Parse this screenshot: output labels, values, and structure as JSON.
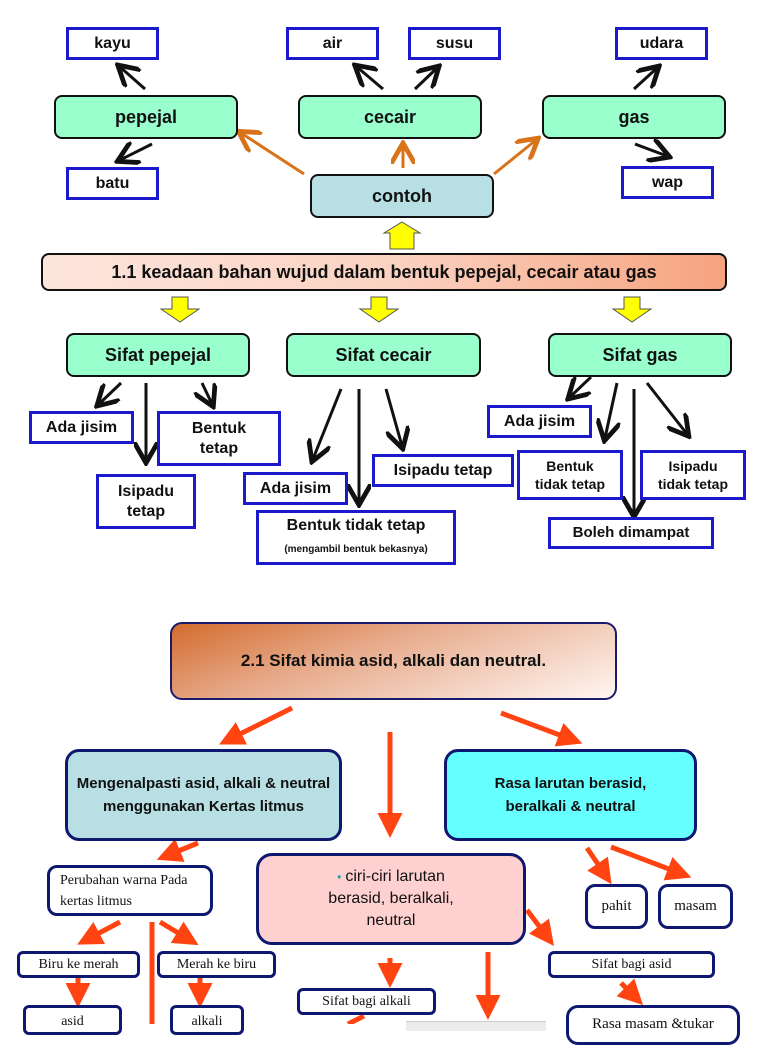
{
  "section1": {
    "banner": "1.1 keadaan bahan wujud dalam bentuk pepejal, cecair atau gas",
    "contoh": "contoh",
    "states": [
      {
        "label": "pepejal",
        "examples": [
          "kayu",
          "batu"
        ]
      },
      {
        "label": "cecair",
        "examples": [
          "air",
          "susu"
        ]
      },
      {
        "label": "gas",
        "examples": [
          "udara",
          "wap"
        ]
      }
    ],
    "properties": {
      "pepejal": {
        "title": "Sifat pepejal",
        "items": [
          "Ada jisim",
          "Bentuk tetap",
          "Isipadu tetap"
        ]
      },
      "cecair": {
        "title": "Sifat cecair",
        "items": [
          "Ada jisim",
          "Isipadu tetap",
          "Bentuk tidak tetap"
        ],
        "note": "(mengambil bentuk bekasnya)"
      },
      "gas": {
        "title": "Sifat gas",
        "items": [
          "Ada jisim",
          "Bentuk tidak tetap",
          "Isipadu tidak tetap",
          "Boleh dimampat"
        ]
      }
    }
  },
  "section2": {
    "banner": "2.1 Sifat kimia asid, alkali dan neutral.",
    "litmus": {
      "title": "Mengenalpasti asid, alkali & neutral menggunakan Kertas litmus",
      "change": "Perubahan warna Pada kertas litmus",
      "blue_to_red": "Biru ke merah",
      "red_to_blue": "Merah ke biru",
      "acid": "asid",
      "alkali": "alkali"
    },
    "taste": {
      "title": "Rasa larutan berasid, beralkali & neutral",
      "bitter": "pahit",
      "sour": "masam"
    },
    "characteristics": {
      "bullet": "•",
      "title": "ciri-ciri larutan berasid, beralkali, neutral",
      "alkali_props": "Sifat bagi alkali",
      "acid_props": "Sifat bagi asid",
      "acid_detail": "Rasa masam &tukar"
    }
  },
  "colors": {
    "leaf_border": "#1a1acc",
    "green_fill": "#99ffcc",
    "orange_arrow": "#d9731a",
    "red_arrow": "#ff4411",
    "yellow_arrow": "#ffff00",
    "navy_border": "#0f1870",
    "cyan_fill": "#66ffff",
    "pink_fill": "#ffd0d0"
  }
}
